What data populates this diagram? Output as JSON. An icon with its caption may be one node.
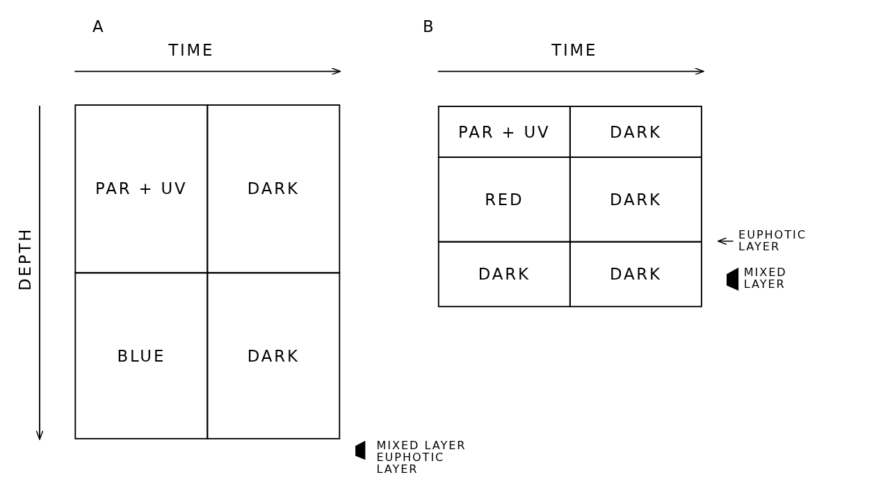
{
  "diagram": {
    "labels": [
      "A",
      "TIME",
      "DEPTH",
      "PAR + UV",
      "DARK",
      "BLUE",
      "DARK",
      "MIXED LAYER",
      "EUPHOTIC LAYER",
      "B",
      "TIME",
      "PAR + UV",
      "DARK",
      "RED",
      "DARK",
      "DARK",
      "DARK",
      "EUPHOTIC LAYER",
      "MIXED LAYER"
    ]
  }
}
